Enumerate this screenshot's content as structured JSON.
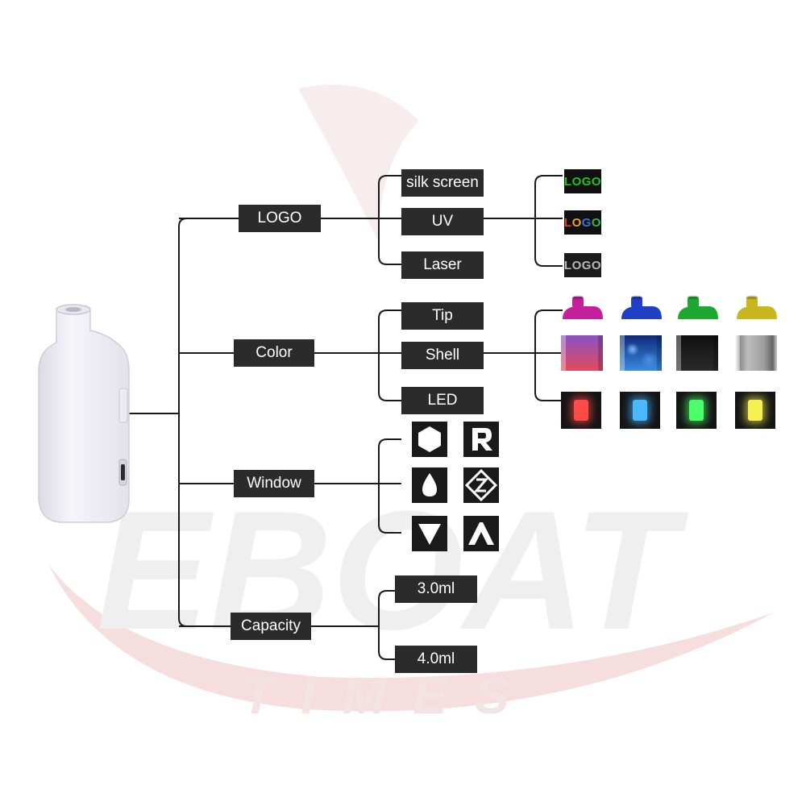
{
  "watermark": {
    "brand": "EBOAT",
    "sub": "TIMES",
    "red": "#f2d6d6",
    "grey": "#ebebeb"
  },
  "colors": {
    "box_bg": "#2b2b2b",
    "box_text": "#ffffff",
    "line": "#1a1a1a",
    "device_body": "#f1f0f5"
  },
  "root": {
    "branches": [
      {
        "label": "LOGO",
        "children": [
          "silk screen",
          "UV",
          "Laser"
        ],
        "logo_samples": [
          {
            "text": "LOGO",
            "style": "green",
            "color": "#22c31c"
          },
          {
            "text": "LOGO",
            "style": "multicolor",
            "letter_colors": [
              "#e53a2c",
              "#f0a020",
              "#2f74e8",
              "#31b93d"
            ]
          },
          {
            "text": "LOGO",
            "style": "engraved",
            "color": "#b8b8b8"
          }
        ]
      },
      {
        "label": "Color",
        "children": [
          "Tip",
          "Shell",
          "LED"
        ],
        "tips": [
          "#c41f9c",
          "#1f3fc4",
          "#1ea831",
          "#c9b61f"
        ],
        "shells": [
          {
            "name": "gradient",
            "top": "#8a52c6",
            "bottom": "#e34a5a"
          },
          {
            "name": "galaxy",
            "top": "#0d2a7a",
            "bottom": "#3a8be0"
          },
          {
            "name": "black",
            "top": "#101010",
            "bottom": "#2a2a2a"
          },
          {
            "name": "silver",
            "top": "#a0a0a0",
            "bottom": "#d8d8d8"
          }
        ],
        "leds": [
          "#ff4a4a",
          "#4ab8ff",
          "#4aff6a",
          "#f6f050"
        ]
      },
      {
        "label": "Window",
        "children": [],
        "window_icons": [
          "hexagon-icon",
          "letter-r-icon",
          "droplet-icon",
          "s-logo-icon",
          "triangle-down-icon",
          "a-logo-icon"
        ]
      },
      {
        "label": "Capacity",
        "children": [
          "3.0ml",
          "4.0ml"
        ]
      }
    ]
  }
}
